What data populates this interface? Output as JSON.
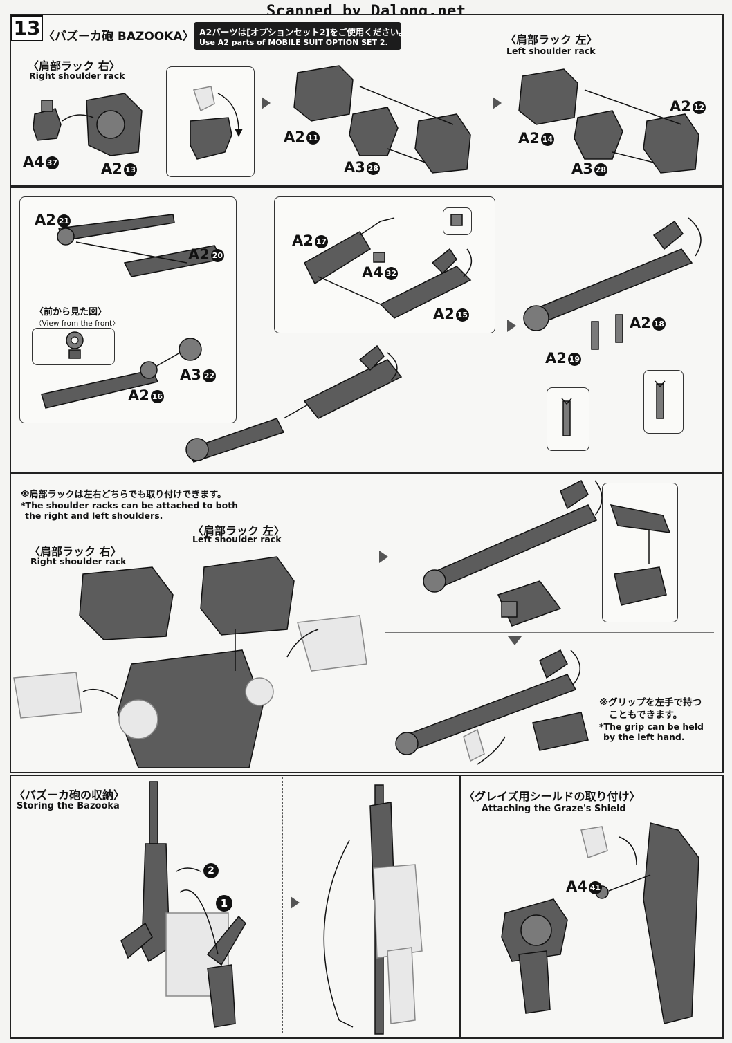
{
  "watermark": "Scanned by Dalong.net",
  "step_number": "13",
  "step_title": "〈バズーカ砲 BAZOOKA〉",
  "notice": {
    "jp": "A2パーツは[オプションセット2]をご使用ください。",
    "en": "Use A2 parts of MOBILE SUIT OPTION SET 2."
  },
  "row1": {
    "right_rack_jp": "〈肩部ラック 右〉",
    "right_rack_en": "Right shoulder rack",
    "left_rack_jp": "〈肩部ラック 左〉",
    "left_rack_en": "Left shoulder rack",
    "labels": {
      "a4_37": {
        "code": "A4",
        "num": "37"
      },
      "a2_13": {
        "code": "A2",
        "num": "13"
      },
      "a2_11": {
        "code": "A2",
        "num": "11"
      },
      "a3_28a": {
        "code": "A3",
        "num": "28"
      },
      "a2_12": {
        "code": "A2",
        "num": "12"
      },
      "a2_14": {
        "code": "A2",
        "num": "14"
      },
      "a3_28b": {
        "code": "A3",
        "num": "28"
      }
    }
  },
  "row2": {
    "front_view_jp": "〈前から見た図〉",
    "front_view_en": "〈View from the front〉",
    "labels": {
      "a2_21": {
        "code": "A2",
        "num": "21"
      },
      "a2_20": {
        "code": "A2",
        "num": "20"
      },
      "a3_22": {
        "code": "A3",
        "num": "22"
      },
      "a2_16": {
        "code": "A2",
        "num": "16"
      },
      "a2_17": {
        "code": "A2",
        "num": "17"
      },
      "a4_32": {
        "code": "A4",
        "num": "32"
      },
      "a2_15": {
        "code": "A2",
        "num": "15"
      },
      "a2_18": {
        "code": "A2",
        "num": "18"
      },
      "a2_19": {
        "code": "A2",
        "num": "19"
      }
    }
  },
  "row3": {
    "note_jp": "※肩部ラックは左右どちらでも取り付けできます。",
    "note_en_1": "*The shoulder racks can be attached to both",
    "note_en_2": "the right and left shoulders.",
    "left_rack_jp": "〈肩部ラック 左〉",
    "left_rack_en": "Left shoulder rack",
    "right_rack_jp": "〈肩部ラック 右〉",
    "right_rack_en": "Right shoulder rack",
    "grip_note_jp_1": "※グリップを左手で持つ",
    "grip_note_jp_2": "こともできます。",
    "grip_note_en_1": "*The grip can be held",
    "grip_note_en_2": "by the left hand."
  },
  "row4": {
    "storing_jp": "〈バズーカ砲の収納〉",
    "storing_en": "Storing the Bazooka",
    "step1": "1",
    "step2": "2",
    "shield_jp": "〈グレイズ用シールドの取り付け〉",
    "shield_en": "Attaching the Graze's Shield",
    "a4_41": {
      "code": "A4",
      "num": "41"
    }
  }
}
